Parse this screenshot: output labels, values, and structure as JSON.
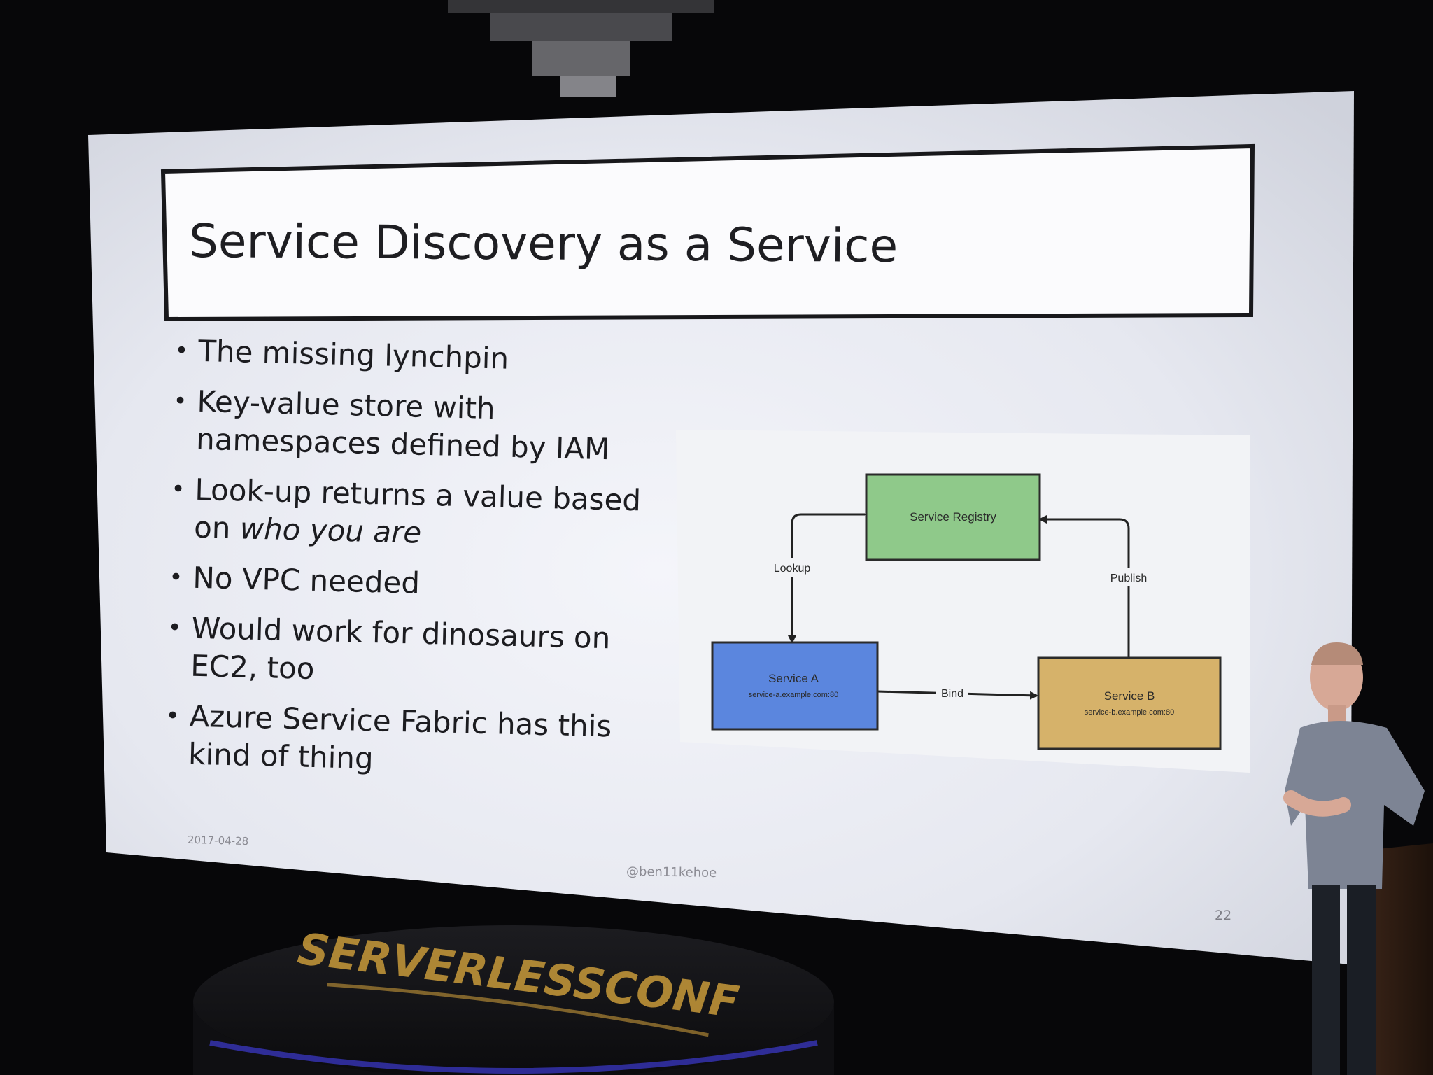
{
  "slide": {
    "title": "Service Discovery as a Service",
    "bullets": [
      {
        "lines": [
          "The missing lynchpin"
        ]
      },
      {
        "lines": [
          "Key-value store with",
          "namespaces defined by IAM"
        ]
      },
      {
        "lines": [
          "Look-up returns a value based",
          "on <i>who you are</i>"
        ]
      },
      {
        "lines": [
          "No VPC needed"
        ]
      },
      {
        "lines": [
          "Would work for dinosaurs on",
          "EC2, too"
        ]
      },
      {
        "lines": [
          "Azure Service Fabric has this",
          "kind of thing"
        ]
      }
    ],
    "date": "2017-04-28",
    "handle": "@ben11kehoe",
    "page_number": "22"
  },
  "diagram": {
    "registry": {
      "label": "Service Registry",
      "color": "#8fc98a"
    },
    "service_a": {
      "label": "Service A",
      "host": "service-a.example.com:80",
      "color": "#5b86de"
    },
    "service_b": {
      "label": "Service B",
      "host": "service-b.example.com:80",
      "color": "#d6b26a"
    },
    "edges": {
      "lookup": "Lookup",
      "publish": "Publish",
      "bind": "Bind"
    }
  },
  "stage": {
    "logo_text": "SERVERLESSCONF",
    "logo_color": "#c89a3a"
  }
}
